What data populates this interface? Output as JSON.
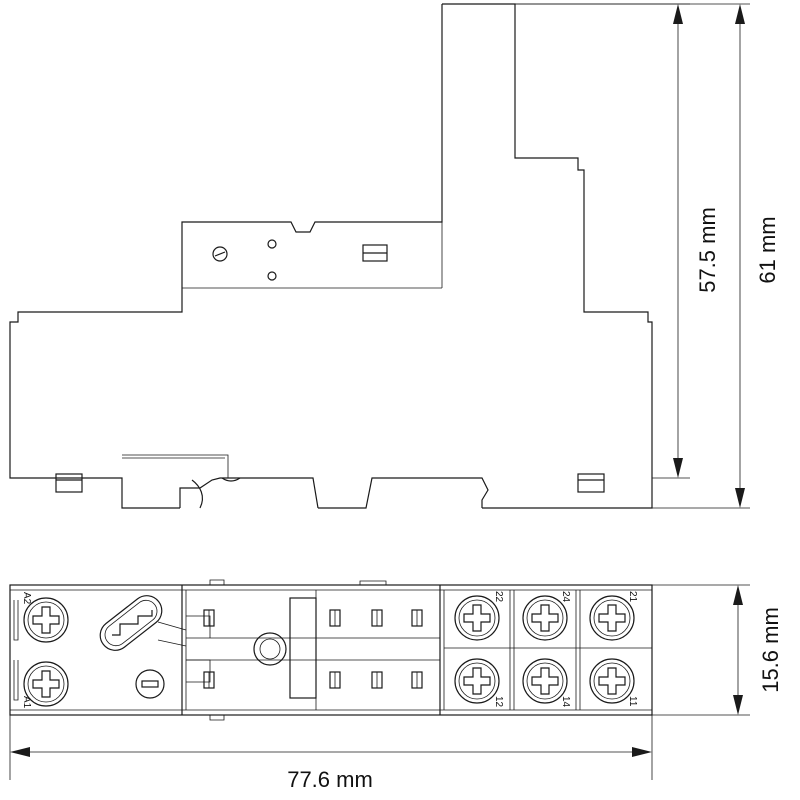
{
  "dimensions": {
    "height_inner": "57.5 mm",
    "height_outer": "61 mm",
    "depth": "15.6 mm",
    "width": "77.6 mm"
  },
  "terminals": {
    "a2": "A2",
    "a1": "A1",
    "t22": "22",
    "t24": "24",
    "t21": "21",
    "t12": "12",
    "t14": "14",
    "t11": "11"
  },
  "colors": {
    "line": "#1a1a1a",
    "background": "#ffffff"
  }
}
